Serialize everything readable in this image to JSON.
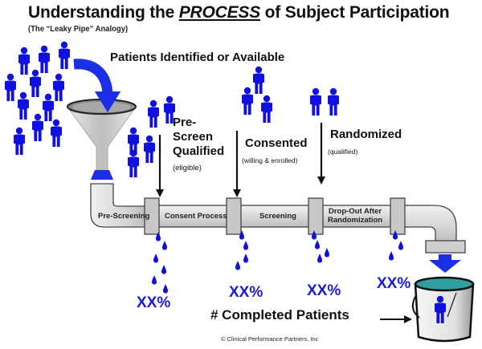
{
  "header": {
    "title_prefix": "Understanding the ",
    "title_emphasis": "PROCESS",
    "title_suffix": " of Subject Participation",
    "subtitle": "(The “Leaky Pipe” Analogy)"
  },
  "stages": {
    "identified": {
      "label": "Patients Identified or Available"
    },
    "prescreen": {
      "label_lines": [
        "Pre-",
        "Screen",
        "Qualified"
      ],
      "note": "(eligible)"
    },
    "consented": {
      "label": "Consented",
      "note": "(willing & enrolled)"
    },
    "randomized": {
      "label": "Randomized",
      "note": "(qualified)"
    }
  },
  "pipe_segments": [
    {
      "label": "Pre-Screening"
    },
    {
      "label": "Consent Process"
    },
    {
      "label": "Screening"
    },
    {
      "label_lines": [
        "Drop-Out After",
        "Randomization"
      ]
    }
  ],
  "leak_percentages": [
    "XX%",
    "XX%",
    "XX%",
    "XX%"
  ],
  "outcome": {
    "label": "# Completed Patients"
  },
  "footer": {
    "copyright": "© Clinical Performance Partners, Inc"
  },
  "colors": {
    "people": "#1010e0",
    "arrow": "#1a2fe6",
    "pipe_fill": "#dcdcdc",
    "pipe_stroke": "#444444",
    "water": "#2f9f9f",
    "percent_text": "#1a1adb"
  }
}
